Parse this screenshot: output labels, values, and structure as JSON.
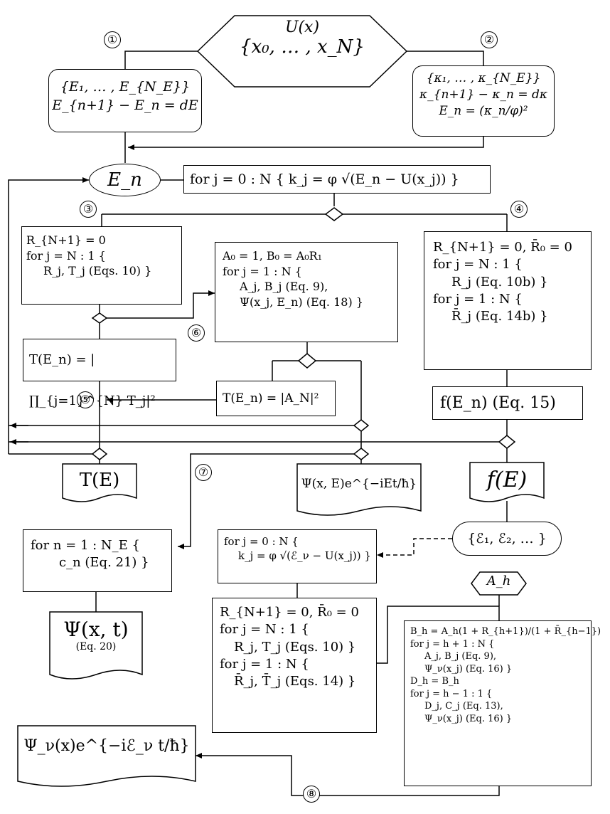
{
  "nodes": {
    "hex_top": [
      "U(x)",
      "{x₀, … , x_N}"
    ],
    "box_energy_list": [
      "{E₁, … , E_{N_E}}",
      "E_{n+1} − E_n = dE"
    ],
    "box_kappa_list": [
      "{κ₁, … , κ_{N_E}}",
      "κ_{n+1} − κ_n = dκ",
      "E_n = (κ_n/φ)²"
    ],
    "oval_en": "E_n",
    "box_kj": "for j = 0 : N { k_j = φ √(E_n − U(x_j)) }",
    "box_rn": [
      "R_{N+1} = 0",
      "for j = N : 1 {",
      "R_j, T_j (Eqs. 10) }"
    ],
    "box_a0": [
      "A₀ = 1, B₀ = A₀R₁",
      "for j = 1 : N {",
      "A_j, B_j (Eq. 9),",
      "Ψ(x_j, E_n)  (Eq. 18) }"
    ],
    "box_rn0": [
      "R_{N+1} = 0, R̄₀ = 0",
      "for j = N : 1 {",
      "R_j (Eq. 10b) }",
      "for j = 1 : N {",
      "R̄_j (Eq. 14b) }"
    ],
    "box_t_prod": "T(E_n) = |∏_{j=1}^{N} T_j|²",
    "box_t_an": "T(E_n) = |A_N|²",
    "box_f_en": "f(E_n) (Eq. 15)",
    "doc_te": "T(E)",
    "doc_psi_xe": "Ψ(x, E)e^{−iEt/ħ}",
    "doc_fe": "f(E)",
    "pill_eps": "{ℰ₁, ℰ₂, … }",
    "box_cn": [
      "for n = 1 : N_E {",
      "c_n (Eq. 21) }"
    ],
    "box_kj_eps": [
      "for j = 0 : N {",
      "k_j = φ √(ℰ_ν − U(x_j)) }"
    ],
    "hex_ah": "A_h",
    "doc_psi_xt": [
      "Ψ(x, t)",
      "(Eq. 20)"
    ],
    "box_rn_t": [
      "R_{N+1} = 0, R̄₀ = 0",
      "for j = N : 1 {",
      "R_j, T_j (Eqs. 10) }",
      "for j = 1 : N {",
      "R̄_j, T̄_j (Eqs. 14) }"
    ],
    "box_bh": [
      "B_h = A_h(1 + R_{h+1})/(1 + R̄_{h−1})",
      "for j = h + 1 : N {",
      "A_j, B_j (Eq. 9),",
      "Ψ_ν(x_j)  (Eq. 16) }",
      "D_h = B_h",
      "for j = h − 1 : 1 {",
      "D_j, C_j  (Eq. 13),",
      "Ψ_ν(x_j)  (Eq. 16) }"
    ],
    "doc_psi_nu": "Ψ_ν(x)e^{−iℰ_ν t/ħ}"
  },
  "markers": [
    "①",
    "②",
    "③",
    "④",
    "⑤",
    "⑥",
    "⑦",
    "⑧"
  ]
}
